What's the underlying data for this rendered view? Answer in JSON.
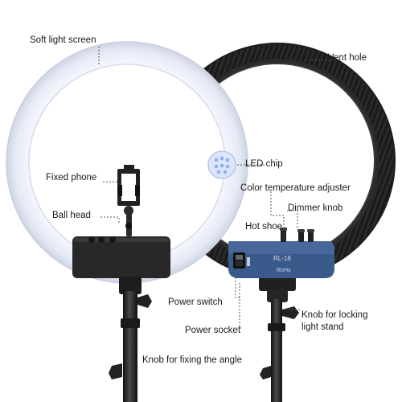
{
  "labels": {
    "soft_light_screen": "Soft light screen",
    "vent_hole": "Vent hole",
    "led_chip": "LED chip",
    "fixed_phone": "Fixed phone",
    "color_temperature_adjuster": "Color temperature adjuster",
    "dimmer_knob": "Dimmer knob",
    "ball_head": "Ball head",
    "hot_shoe": "Hot shoe",
    "power_switch": "Power switch",
    "power_socket": "Power socket",
    "knob_locking_line1": "Knob for locking",
    "knob_locking_line2": "light stand",
    "knob_fixing_angle": "Knob for fixing the angle"
  },
  "control_panel": {
    "model": "RL-18",
    "rohs": "RoHs"
  },
  "colors": {
    "ring_front": "#eef1fb",
    "ring_back": "#2b2b2b",
    "panel_blue": "#3b5a8c",
    "led_chip": "#dbe6fb",
    "leader_line": "#555555"
  }
}
